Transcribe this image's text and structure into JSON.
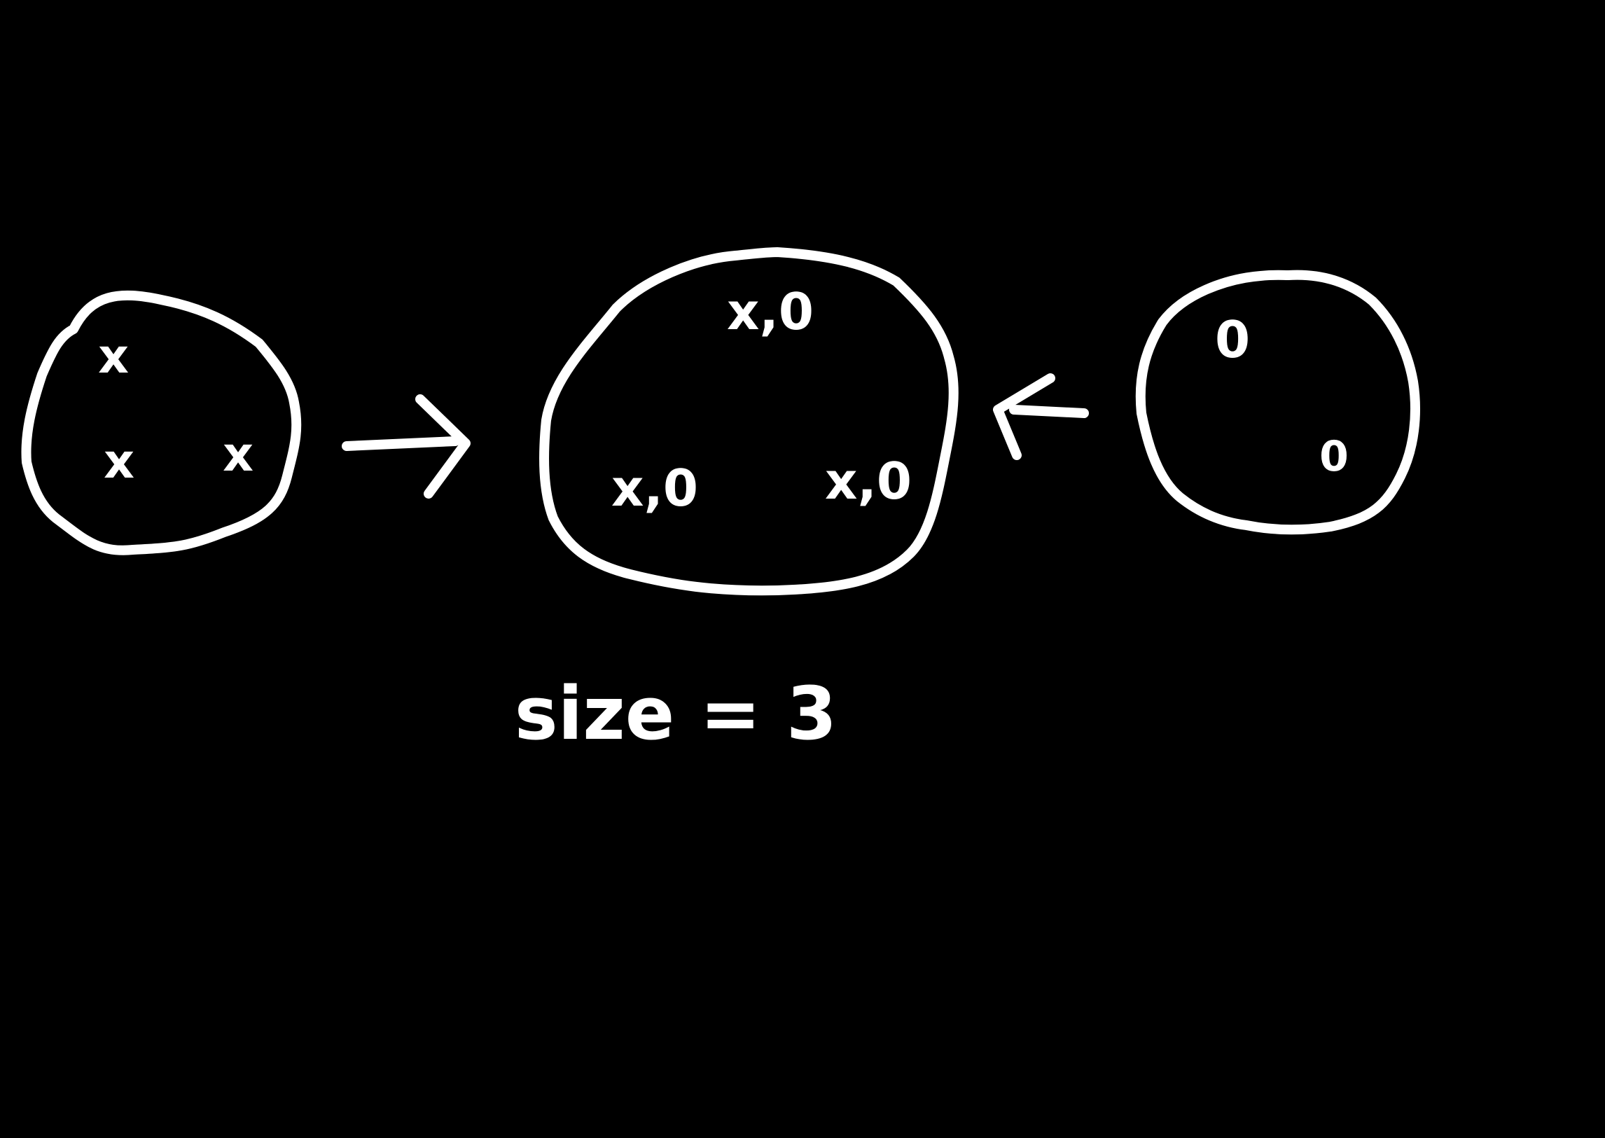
{
  "colors": {
    "background": "#000000",
    "ink": "#ffffff"
  },
  "left_set": {
    "elements": [
      "x",
      "x",
      "x"
    ]
  },
  "middle_set": {
    "elements": [
      "x,0",
      "x,0",
      "x,0"
    ]
  },
  "right_set": {
    "elements": [
      "0",
      "0"
    ]
  },
  "caption": "size = 3"
}
